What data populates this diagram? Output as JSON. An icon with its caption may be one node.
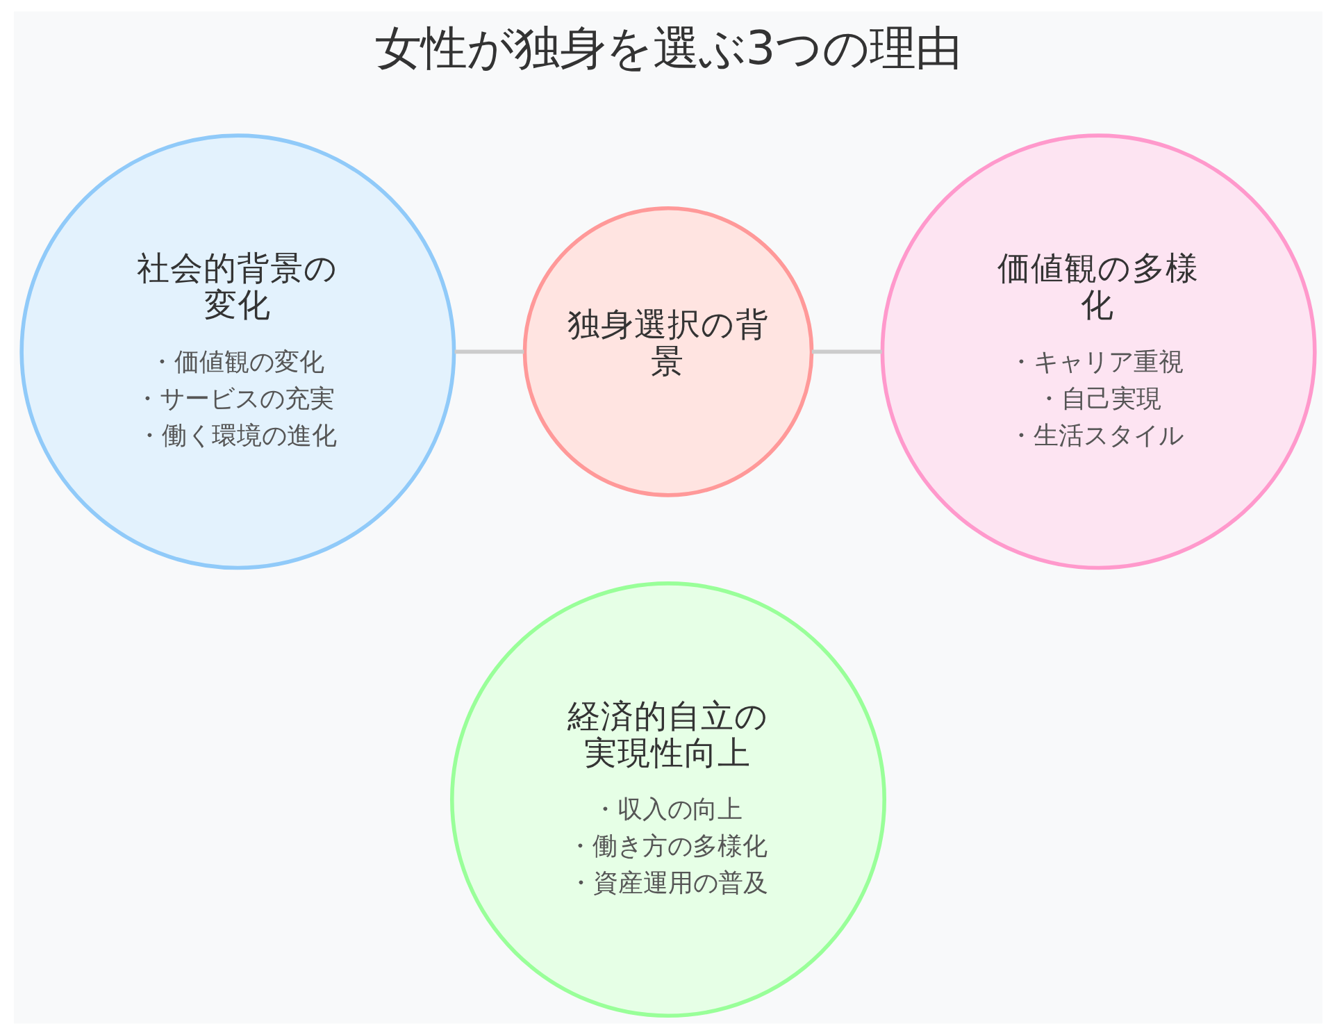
{
  "diagram": {
    "title": "女性が独身を選ぶ3つの理由",
    "nodes": [
      {
        "text": [
          "社会的背景の変化",
          "・価値観の変化",
          "・サービスの充実",
          "・働く環境の進化"
        ]
      },
      {
        "text": [
          "独身選択の背景"
        ]
      },
      {
        "text": [
          "価値観の多様化",
          "・キャリア重視",
          "・自己実現",
          "・生活スタイル"
        ]
      },
      {
        "text": [
          "経済的自立の実現性向上",
          "・収入の向上",
          "・働き方の多様化",
          "・資産運用の普及"
        ]
      }
    ],
    "edges": [
      {
        "from": 0,
        "to": 1,
        "arrow": "none"
      },
      {
        "from": 1,
        "to": 2,
        "arrow": "none"
      }
    ]
  }
}
